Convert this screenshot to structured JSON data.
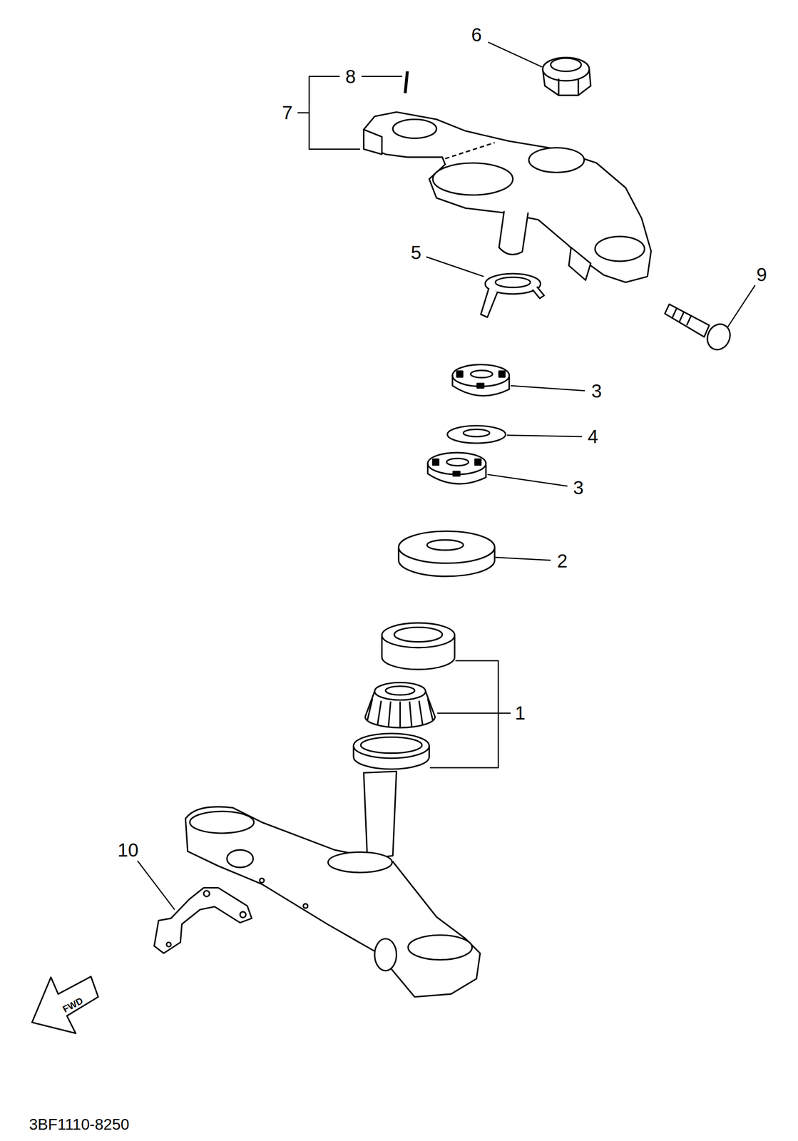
{
  "diagram": {
    "labels": [
      "6",
      "8",
      "7",
      "5",
      "9",
      "3",
      "4",
      "3",
      "2",
      "1",
      "10",
      "FWD",
      "3BF1110-8250"
    ]
  }
}
